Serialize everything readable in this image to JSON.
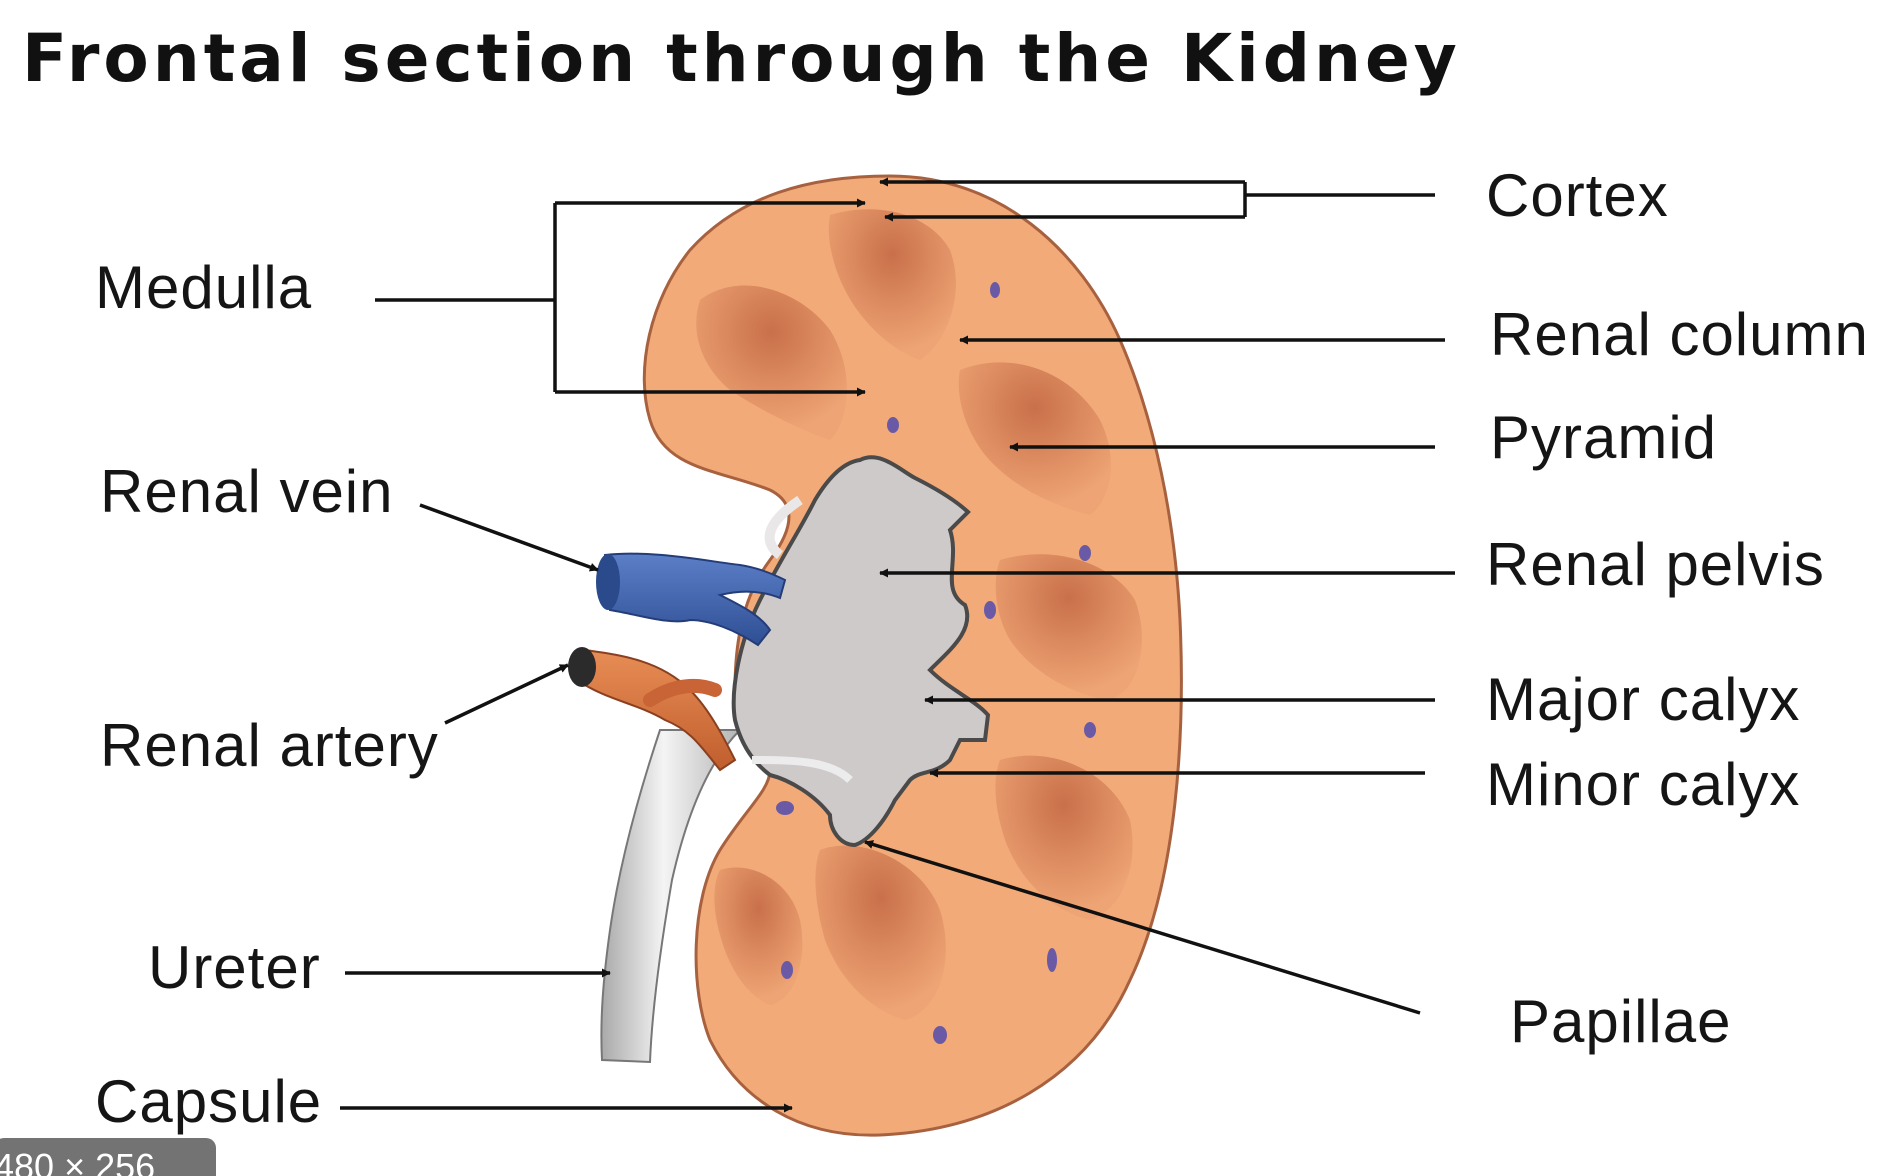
{
  "title": "Frontal section through the Kidney",
  "labels": {
    "medulla": "Medulla",
    "renal_vein": "Renal vein",
    "renal_artery": "Renal artery",
    "ureter": "Ureter",
    "capsule": "Capsule",
    "cortex": "Cortex",
    "renal_column": "Renal column",
    "pyramid": "Pyramid",
    "renal_pelvis": "Renal pelvis",
    "major_calyx": "Major calyx",
    "minor_calyx": "Minor calyx",
    "papillae": "Papillae"
  },
  "badge": "480 × 256",
  "colors": {
    "kidney_tissue": "#f0a874",
    "pyramid": "#d9835a",
    "capsule_edge": "#b86c48",
    "renal_vein": "#3d5fa8",
    "renal_artery": "#d4703d",
    "pelvis": "#c8c4c4",
    "ureter": "#d8d8d8"
  }
}
